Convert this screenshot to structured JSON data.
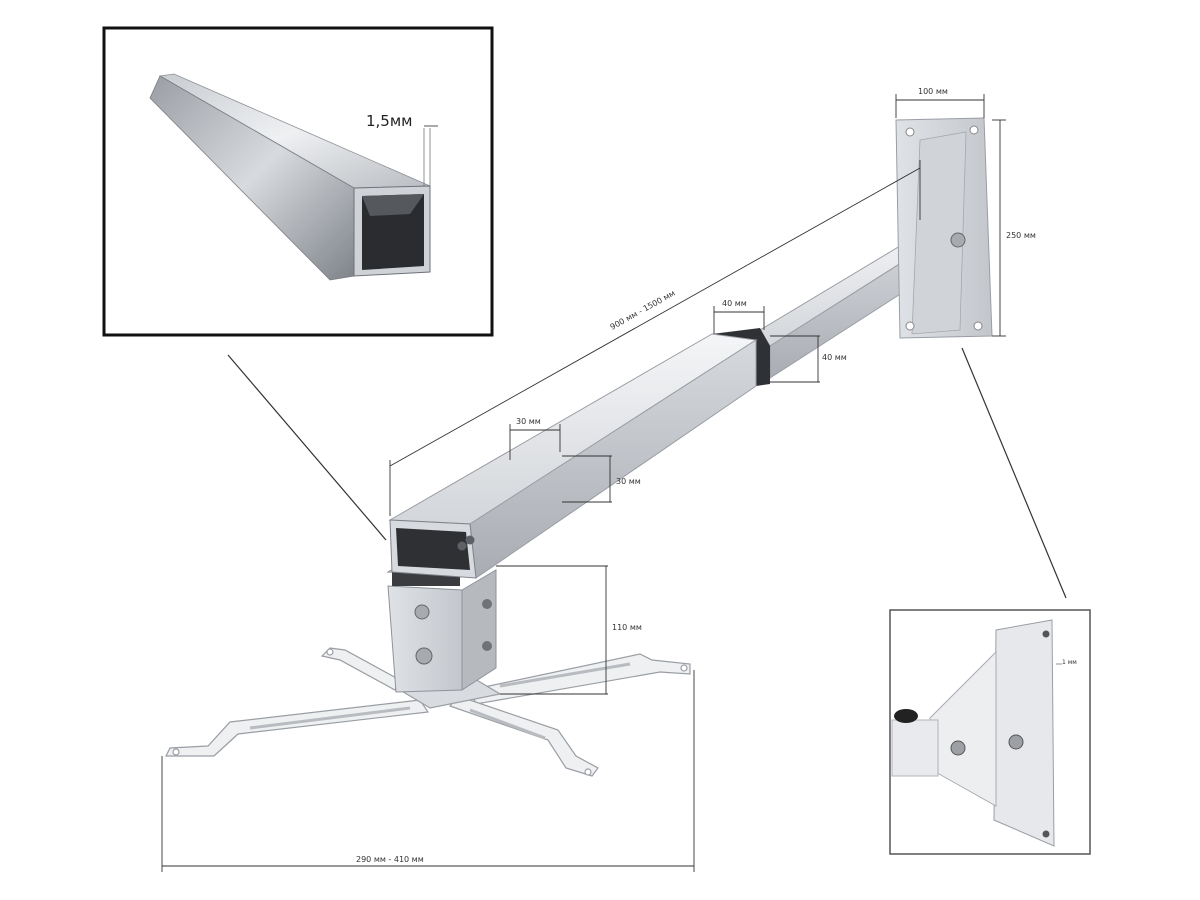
{
  "labels": {
    "wall_thickness": "1,5мм",
    "plate_width": "100 мм",
    "plate_height": "250 мм",
    "arm_length": "900 мм - 1500 мм",
    "outer_tube_width": "40 мм",
    "outer_tube_height": "40 мм",
    "inner_tube_width": "30 мм",
    "inner_tube_height": "30 мм",
    "joint_height": "110 мм",
    "base_span": "290 мм - 410 мм",
    "detail_thickness": "1 мм"
  },
  "colors": {
    "metal_light": "#e9ebee",
    "metal_mid": "#c4c8cd",
    "metal_dark": "#8e939a",
    "frame": "#111111",
    "dimension_line": "#333333"
  }
}
